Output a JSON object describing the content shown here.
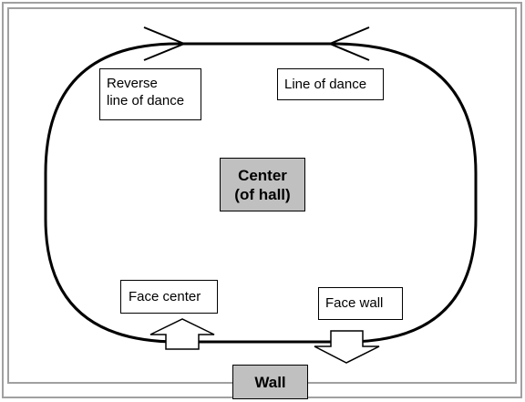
{
  "labels": {
    "reverse_line_of_dance": "Reverse\nline of dance",
    "line_of_dance": "Line of dance",
    "center": "Center\n(of hall)",
    "face_center": "Face center",
    "face_wall": "Face wall",
    "wall": "Wall"
  },
  "colors": {
    "outer_frame": "#a0a0a0",
    "label_fill": "#ffffff",
    "highlight_fill": "#c0c0c0",
    "stroke": "#000000"
  }
}
